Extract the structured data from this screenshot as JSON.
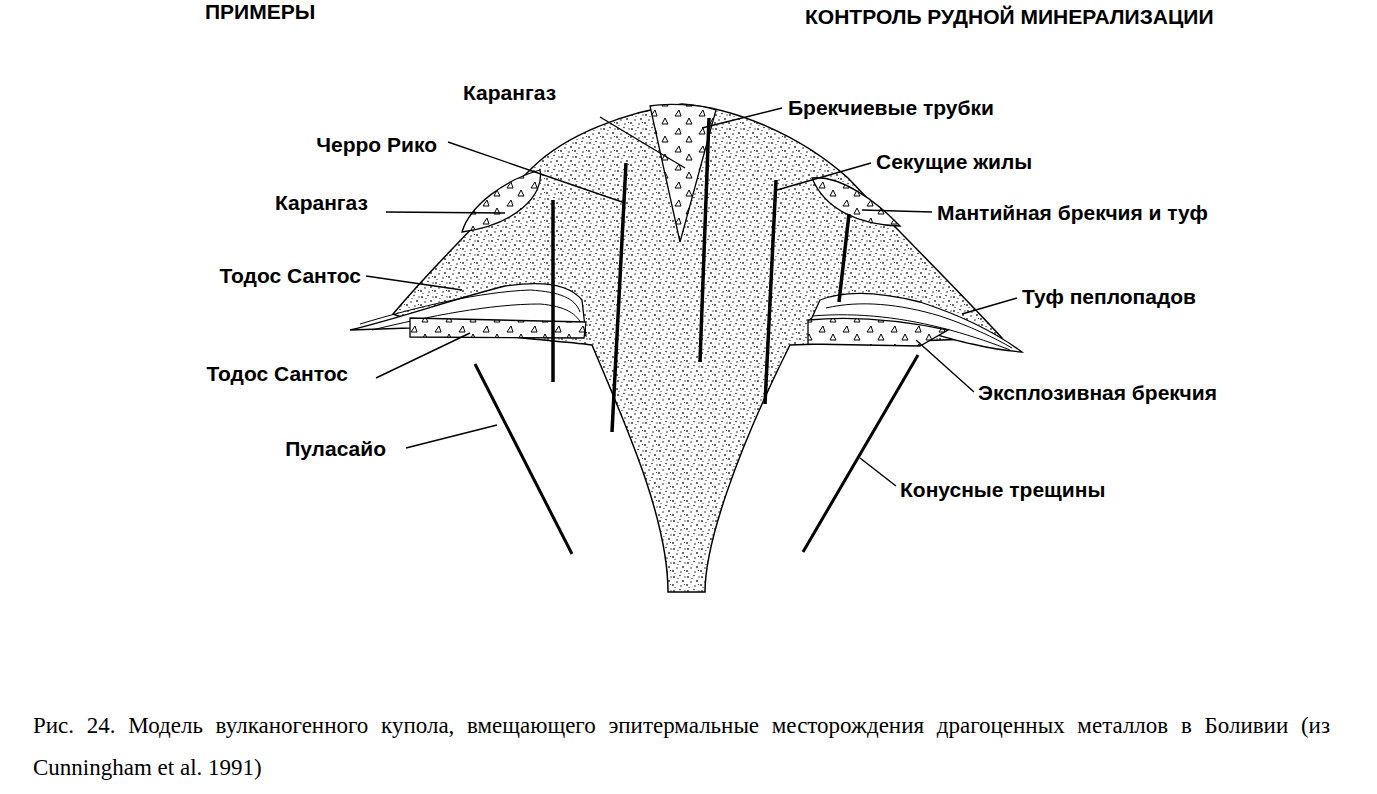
{
  "diagram": {
    "caption": "Рис. 24. Модель вулканогенного купола, вмещающего эпитермальные месторождения драгоценных металлов в Боливии (из Cunningham et al. 1991)",
    "labels": [
      "ПРИМЕРЫ",
      "КОНТРОЛЬ РУДНОЙ МИНЕРАЛИЗАЦИИ",
      "Карангаз",
      "Черро Рико",
      "Карангаз",
      "Тодос Сантос",
      "Тодос Сантос",
      "Пуласайо",
      "Брекчиевые трубки",
      "Секущие жилы",
      "Мантийная брекчия и туф",
      "Туф пеплопадов",
      "Эксплозивная брекчия",
      "Конусные трещины"
    ]
  }
}
